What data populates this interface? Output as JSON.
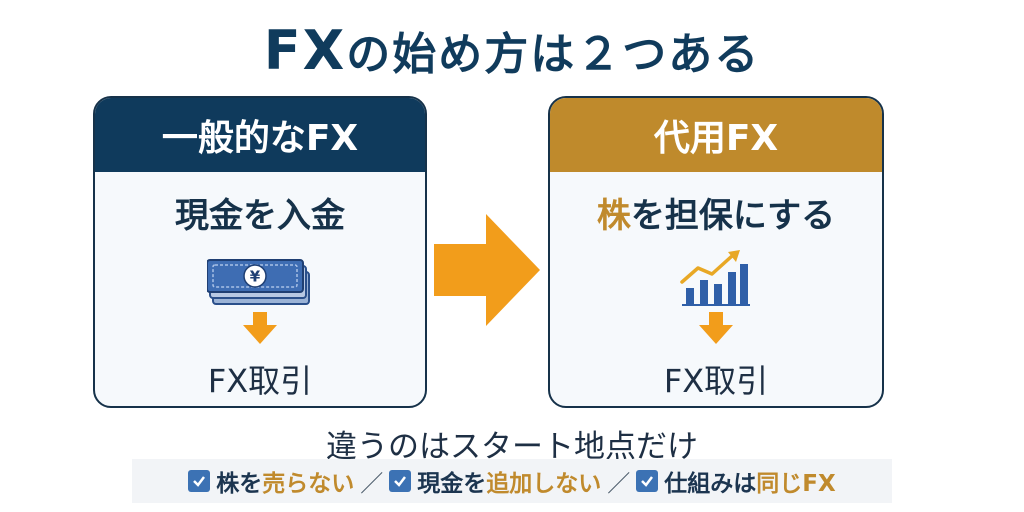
{
  "title": {
    "fx": "FX",
    "rest": "の始め方は２つある"
  },
  "left_card": {
    "header": "一般的なFX",
    "subtitle": "現金を入金",
    "icon": "money-icon",
    "footer": "FX取引"
  },
  "right_card": {
    "header": "代用FX",
    "subtitle_highlight": "株",
    "subtitle_rest": "を担保にする",
    "icon": "chart-icon",
    "footer": "FX取引"
  },
  "caption": "違うのはスタート地点だけ",
  "banner": {
    "item1_a": "株を",
    "item1_b": "売らない",
    "separator1": "／",
    "item2_a": "現金を",
    "item2_b": "追加しない",
    "separator2": "／",
    "item3_a": "仕組みは",
    "item3_b": "同じFX"
  },
  "colors": {
    "navy": "#0f3a5c",
    "gold": "#bf8a2c",
    "orange": "#f29d1b",
    "check": "#3c72b4"
  }
}
